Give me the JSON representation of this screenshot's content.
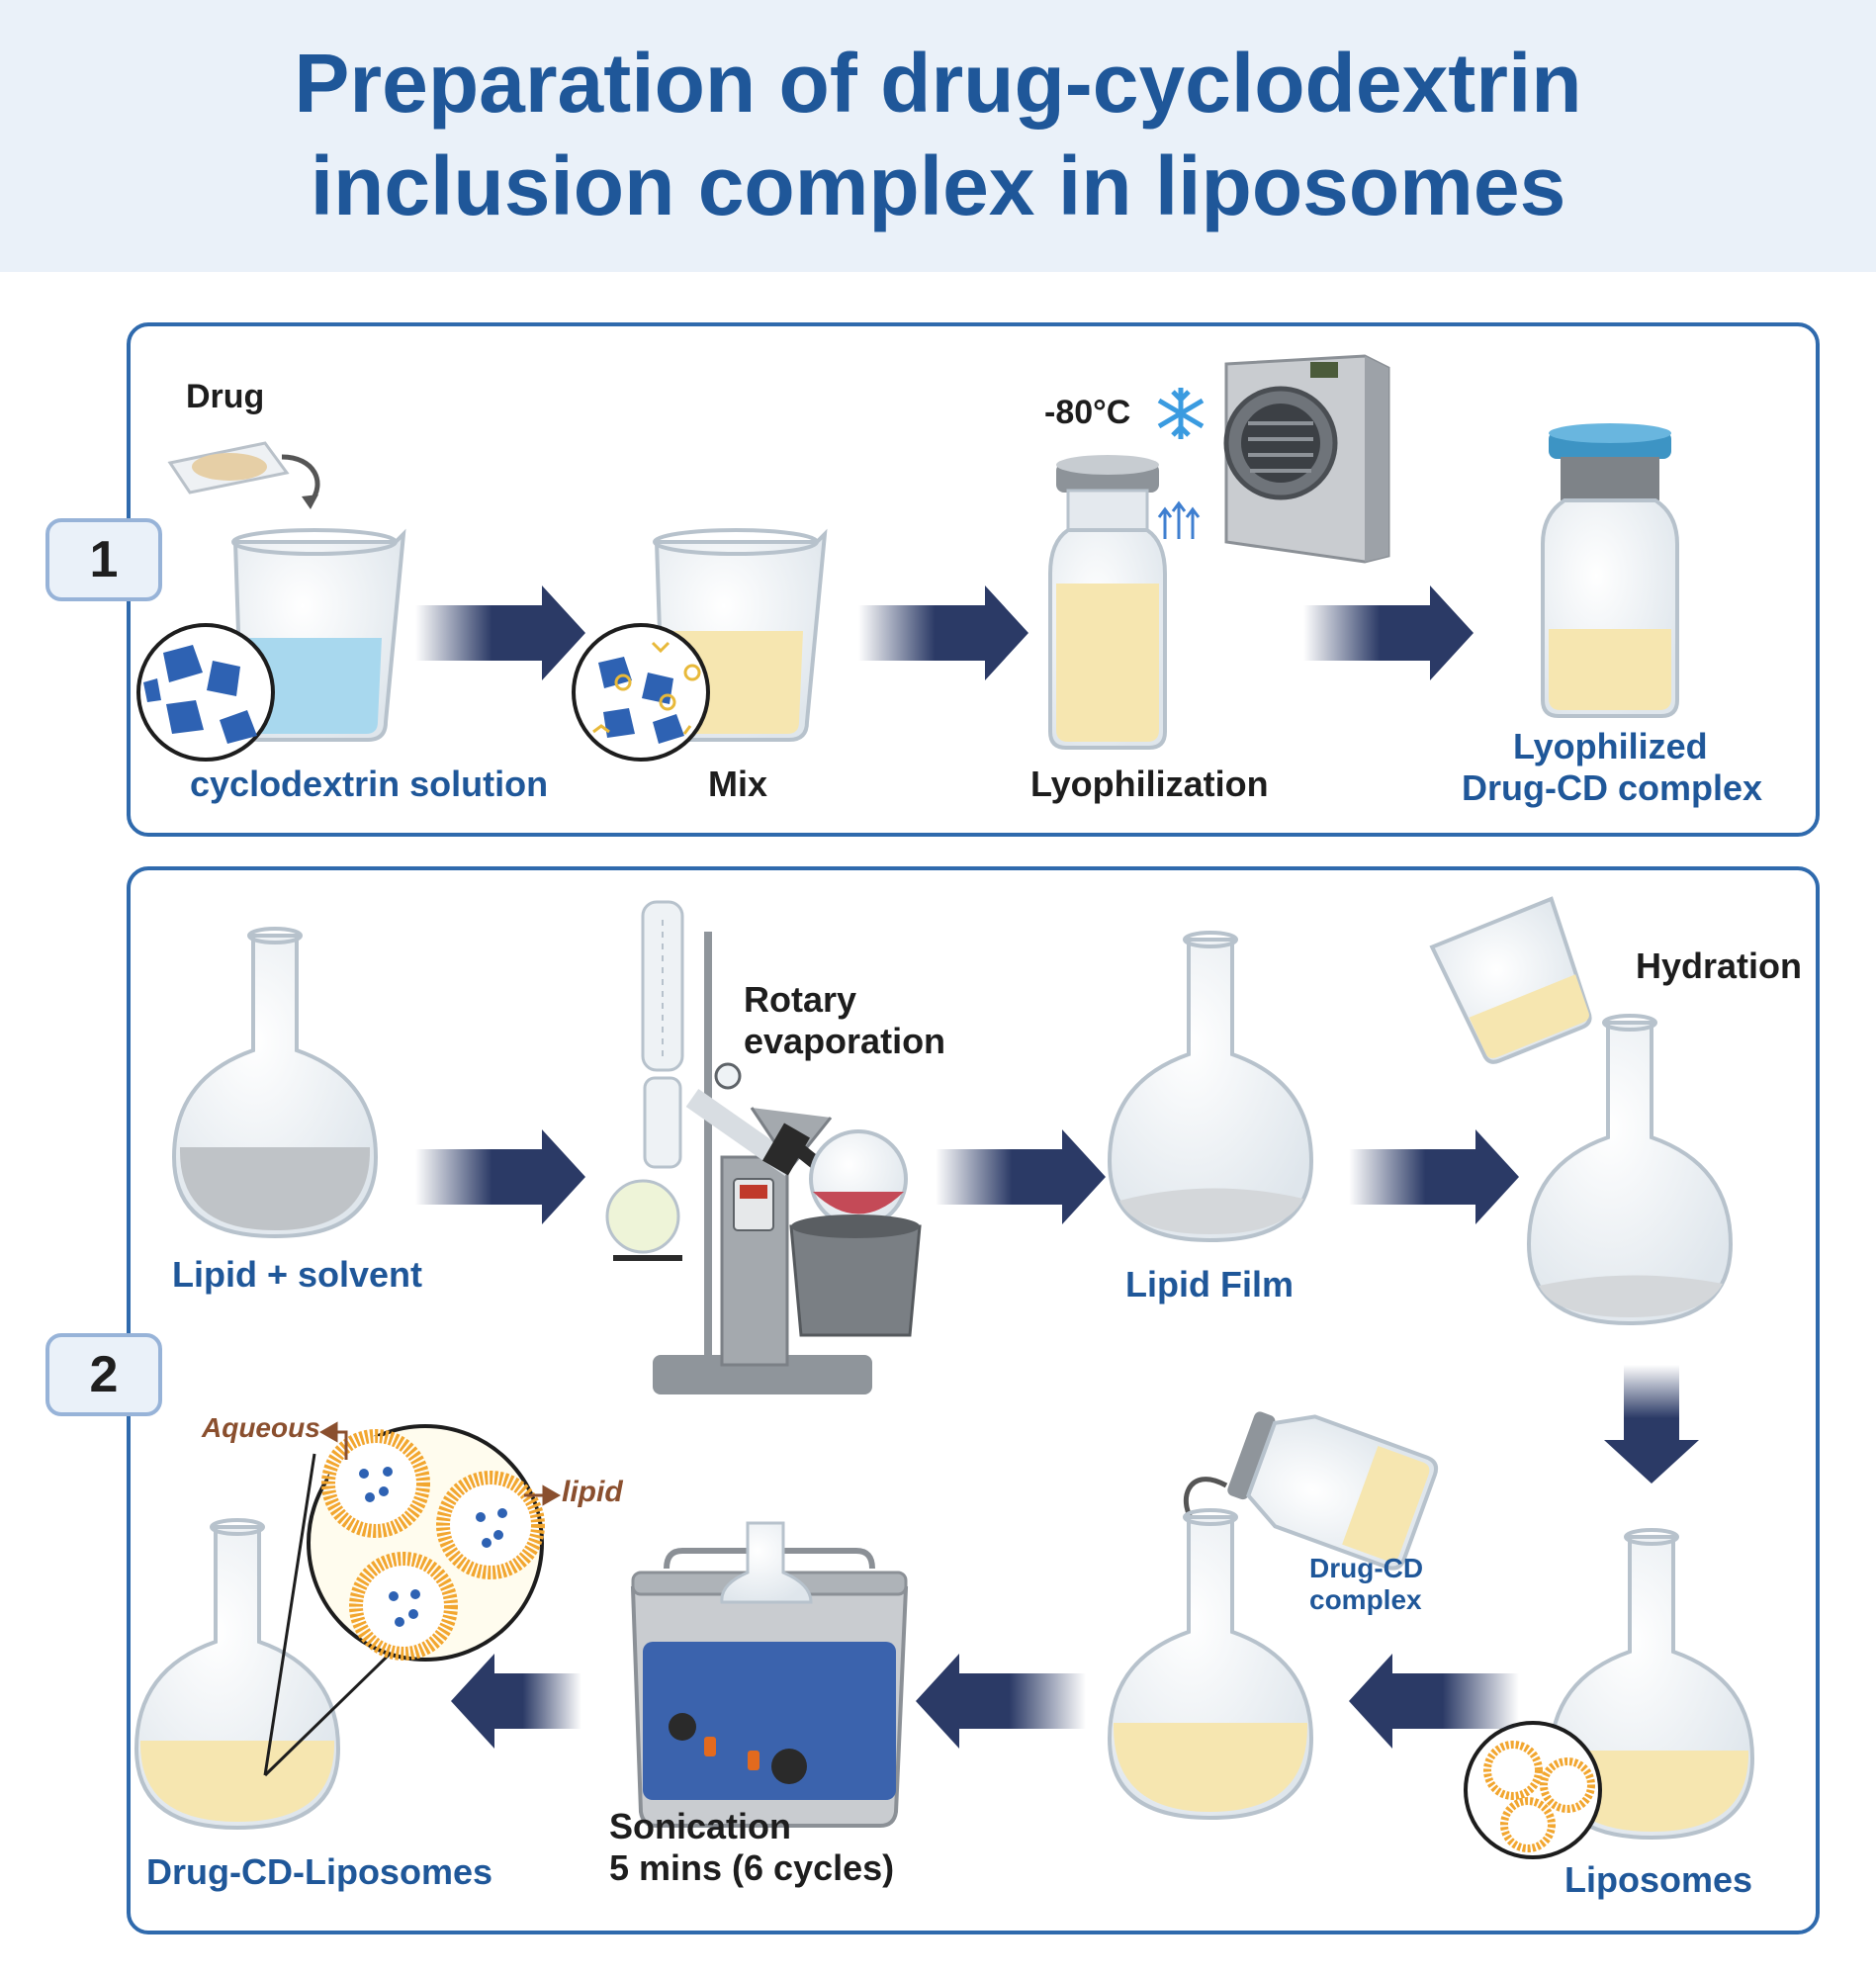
{
  "title": {
    "line1": "Preparation of drug-cyclodextrin",
    "line2": "inclusion complex in liposomes"
  },
  "step1": {
    "number": "1",
    "drug": "Drug",
    "cd_solution": "cyclodextrin solution",
    "mix": "Mix",
    "temperature": "-80°C",
    "lyophilization": "Lyophilization",
    "product_line1": "Lyophilized",
    "product_line2": "Drug-CD complex"
  },
  "step2": {
    "number": "2",
    "lipid_solvent": "Lipid + solvent",
    "rotary_line1": "Rotary",
    "rotary_line2": "evaporation",
    "lipid_film": "Lipid Film",
    "hydration": "Hydration",
    "liposomes": "Liposomes",
    "drug_cd_line1": "Drug-CD",
    "drug_cd_line2": "complex",
    "sonication_line1": "Sonication",
    "sonication_line2": "5 mins (6 cycles)",
    "aqueous": "Aqueous",
    "lipid": "lipid",
    "final": "Drug-CD-Liposomes"
  },
  "colors": {
    "title_blue": "#1f5799",
    "panel_border": "#2f6aad",
    "arrow_navy": "#2b3a66",
    "cd_blue": "#2e62b3",
    "drug_yellow": "#e8b93a",
    "liquid_yellow": "#f6e6b0",
    "liquid_blue": "#a8d8ee",
    "liquid_red": "#c44a57",
    "lipid_orange": "#f2a62f"
  }
}
